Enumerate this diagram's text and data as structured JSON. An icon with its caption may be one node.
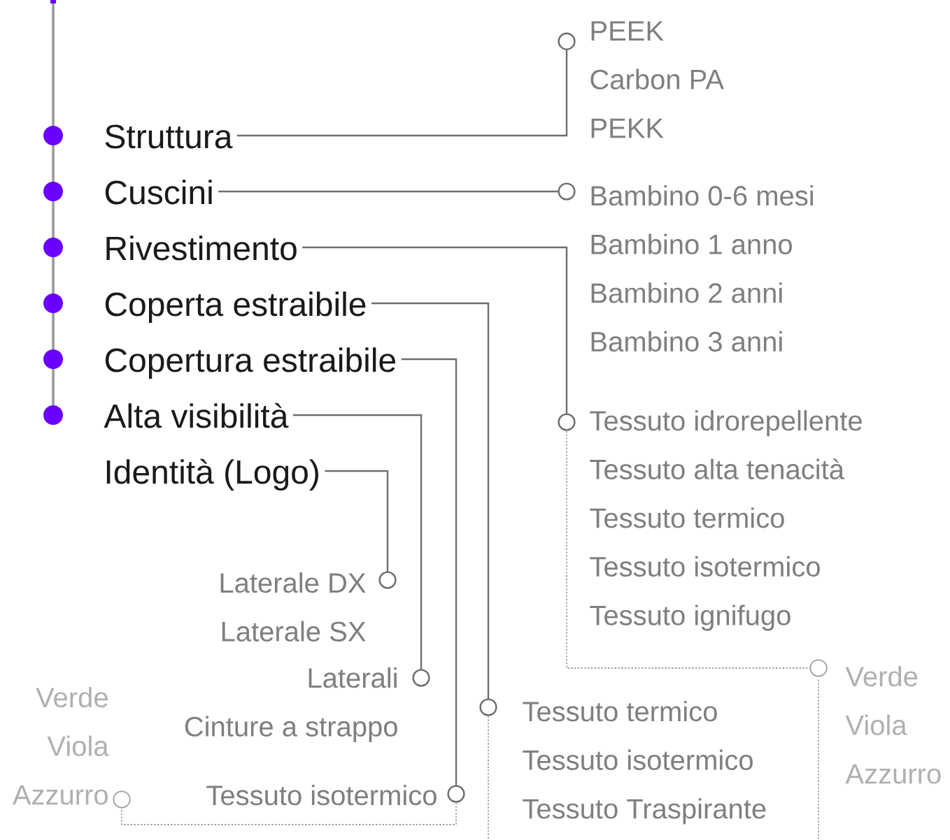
{
  "diagram": {
    "nodes": [
      {
        "text": [
          "Struttura"
        ]
      },
      {
        "text": [
          "Cuscini"
        ]
      },
      {
        "text": [
          "Rivestimento"
        ]
      },
      {
        "text": [
          "Coperta estraibile"
        ]
      },
      {
        "text": [
          "Copertura estraibile"
        ]
      },
      {
        "text": [
          "Alta visibilità"
        ]
      },
      {
        "text": [
          "Identità (Logo)"
        ]
      },
      {
        "text": [
          "PEEK",
          "Carbon PA",
          "PEKK"
        ]
      },
      {
        "text": [
          "Bambino 0-6 mesi",
          "Bambino 1 anno",
          "Bambino 2 anni",
          "Bambino 3 anni"
        ]
      },
      {
        "text": [
          "Tessuto idrorepellente",
          "Tessuto alta tenacità",
          "Tessuto termico",
          "Tessuto isotermico",
          "Tessuto ignifugo"
        ]
      },
      {
        "text": [
          "Verde",
          "Viola",
          "Azzurro"
        ]
      },
      {
        "text": [
          "Tessuto termico",
          "Tessuto isotermico",
          "Tessuto Traspirante"
        ]
      },
      {
        "text": [
          "Laterale DX",
          "Laterale SX"
        ]
      },
      {
        "text": [
          "Laterali",
          "Cinture a strappo"
        ]
      },
      {
        "text": [
          "Tessuto isotermico"
        ]
      },
      {
        "text": [
          "Verde",
          "Viola",
          "Azzurro"
        ]
      }
    ],
    "edges": [
      {
        "from": 0,
        "to": 7,
        "arrow": "other"
      },
      {
        "from": 1,
        "to": 8,
        "arrow": "other"
      },
      {
        "from": 2,
        "to": 9,
        "arrow": "other"
      },
      {
        "from": 3,
        "to": 11,
        "arrow": "other"
      },
      {
        "from": 4,
        "to": 14,
        "arrow": "other"
      },
      {
        "from": 5,
        "to": 13,
        "arrow": "other"
      },
      {
        "from": 6,
        "to": 12,
        "arrow": "other"
      },
      {
        "from": 9,
        "to": 10,
        "arrow": "other",
        "style": "dashed"
      },
      {
        "from": 14,
        "to": 15,
        "arrow": "other",
        "style": "dashed"
      },
      {
        "from": 11,
        "to": null,
        "arrow": "none",
        "style": "dashed"
      },
      {
        "from": 10,
        "to": null,
        "arrow": "none",
        "style": "dashed"
      }
    ]
  }
}
